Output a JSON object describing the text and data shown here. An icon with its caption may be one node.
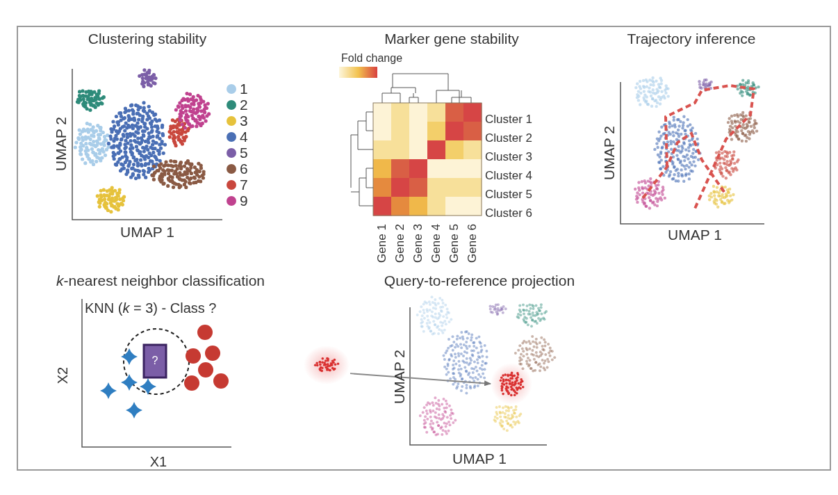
{
  "diagram": {
    "nodes": [
      {
        "text": [],
        "shape": "picture"
      },
      {
        "text": [],
        "shape": "picture"
      }
    ],
    "edges": [
      {
        "from": 0,
        "to": 1,
        "arrow": "to"
      }
    ],
    "labels": [
      "Clustering stability",
      "UMAP 2",
      "UMAP 1",
      "Marker gene stability",
      "Cluster 1",
      "Cluster 2",
      "Cluster 3",
      "Cluster 4",
      "Cluster 5",
      "Cluster 6",
      "Gene 1",
      "Gene 2",
      "Gene 3",
      "Gene 4",
      "Gene 5",
      "Gene 6",
      "Trajectory inference",
      "UMAP 2",
      "UMAP 1",
      "*k*-nearest neighbor classification",
      "KNN (*k* = 3) - Class ?",
      "X2",
      "X1",
      "?",
      "Query-to-reference projection",
      "UMAP 2",
      "UMAP 1"
    ],
    "legend": [
      {
        "text": "1",
        "color": "#a9cde9"
      },
      {
        "text": "2",
        "color": "#2e8b7a"
      },
      {
        "text": "3",
        "color": "#e6c23c"
      },
      {
        "text": "4",
        "color": "#4a6fb5"
      },
      {
        "text": "5",
        "color": "#7b5ea7"
      },
      {
        "text": "6",
        "color": "#8a5a44"
      },
      {
        "text": "7",
        "color": "#c9473d"
      },
      {
        "text": "9",
        "color": "#c0428f"
      },
      {
        "text": "Fold change"
      }
    ]
  }
}
